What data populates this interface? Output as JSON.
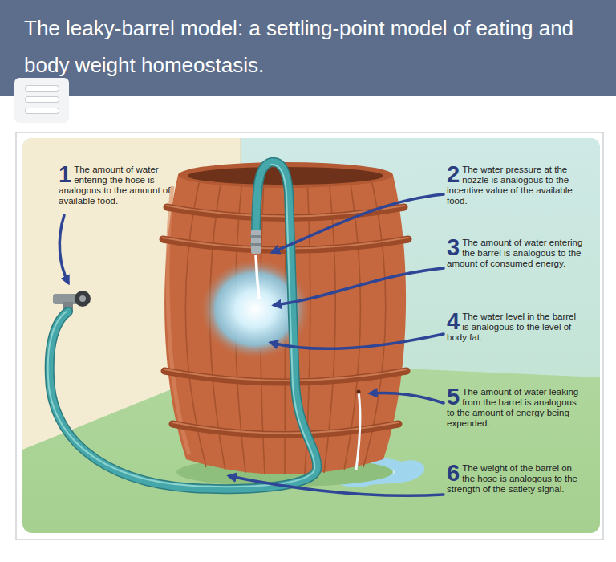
{
  "diagram": {
    "title": "The leaky-barrel model: a settling-point model of eating and body weight homeostasis.",
    "labels": [
      "1",
      "The amount of water entering the hose is analogous to the amount of available food.",
      "2",
      "The water pressure at the nozzle is analogous to the incentive value of the available food.",
      "3",
      "The amount of water entering the barrel is analogous to the amount of consumed energy.",
      "4",
      "The water level in the barrel is analogous to the level of body fat.",
      "5",
      "The amount of water leaking from the barrel is analogous to the amount of energy being expended.",
      "6",
      "The weight of the barrel on the hose is analogous to the strength of the satiety signal."
    ]
  }
}
